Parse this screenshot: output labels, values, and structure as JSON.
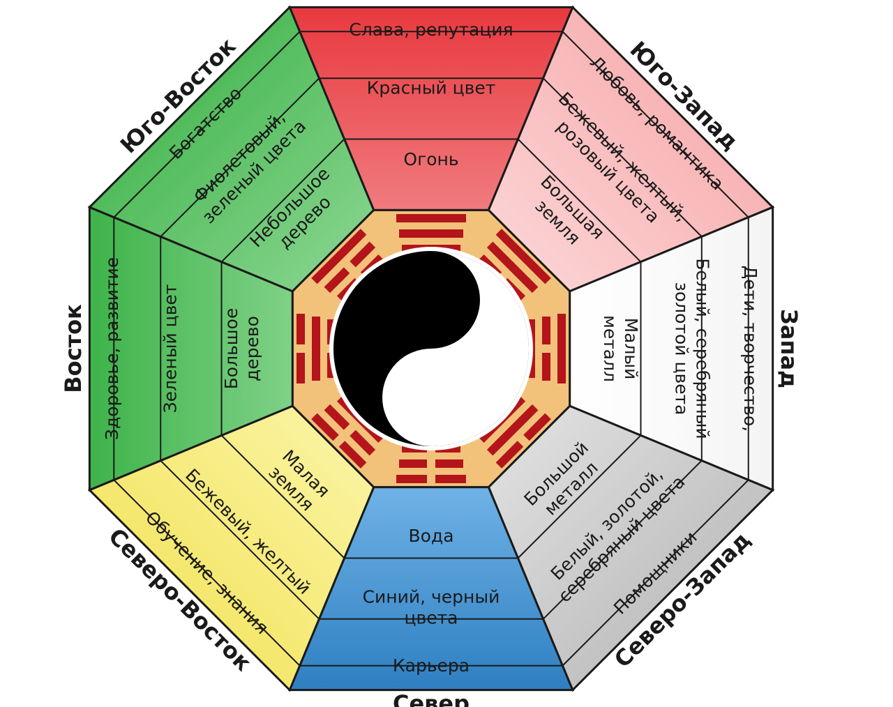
{
  "diagram": {
    "sectors": [
      {
        "id": "south",
        "title": "Юг",
        "bands": [
          [
            "Слава, репутация"
          ],
          [
            "Красный цвет"
          ],
          [
            "Огонь"
          ]
        ],
        "color": "#e8393f",
        "color_light": "#f07b7e"
      },
      {
        "id": "southwest",
        "title": "Юго-Запад",
        "bands": [
          [
            "Любовь, романтика"
          ],
          [
            "Бежевый, желтый,",
            "розовый цвета"
          ],
          [
            "Большая",
            "земля"
          ]
        ],
        "color": "#f7a9ab",
        "color_light": "#fbd0d1"
      },
      {
        "id": "west",
        "title": "Запад",
        "bands": [
          [
            "Дети, творчество,"
          ],
          [
            "Белый, серебряный",
            "золотой цвета"
          ],
          [
            "Малый",
            "металл"
          ]
        ],
        "color": "#f4f4f4",
        "color_light": "#ffffff"
      },
      {
        "id": "northwest",
        "title": "Северо-Запад",
        "bands": [
          [
            "Помощники"
          ],
          [
            "Белый, золотой,",
            "серебряный цвета"
          ],
          [
            "Большой",
            "металл"
          ]
        ],
        "color": "#b8b8b8",
        "color_light": "#dcdcdc"
      },
      {
        "id": "north",
        "title": "Север",
        "bands": [
          [
            "Карьера"
          ],
          [
            "Синий, черный",
            "цвета"
          ],
          [
            "Вода"
          ]
        ],
        "color": "#2e7fc1",
        "color_light": "#6fb2e6"
      },
      {
        "id": "northeast",
        "title": "Северо-Восток",
        "bands": [
          [
            "Обучение, знания"
          ],
          [
            "Бежевый, желтый"
          ],
          [
            "Малая",
            "земля"
          ]
        ],
        "color": "#f2e35a",
        "color_light": "#faf29c"
      },
      {
        "id": "east",
        "title": "Восток",
        "bands": [
          [
            "Здоровье, развитие"
          ],
          [
            "Зеленый цвет"
          ],
          [
            "Большое",
            "дерево"
          ]
        ],
        "color": "#3eb34a",
        "color_light": "#7fd186"
      },
      {
        "id": "southeast",
        "title": "Юго-Восток",
        "bands": [
          [
            "Богатство"
          ],
          [
            "Фиолетовый,",
            "зеленый цвета"
          ],
          [
            "Небольшое",
            "дерево"
          ]
        ],
        "color": "#3eb34a",
        "color_light": "#7fd186"
      }
    ],
    "center": {
      "ring_color": "#f2c27a",
      "trigram_color": "#b3151b",
      "trigrams": [
        [
          1,
          1,
          1
        ],
        [
          1,
          1,
          0
        ],
        [
          1,
          0,
          1
        ],
        [
          0,
          1,
          1
        ],
        [
          0,
          0,
          0
        ],
        [
          0,
          0,
          1
        ],
        [
          0,
          1,
          0
        ],
        [
          1,
          0,
          0
        ]
      ]
    }
  }
}
